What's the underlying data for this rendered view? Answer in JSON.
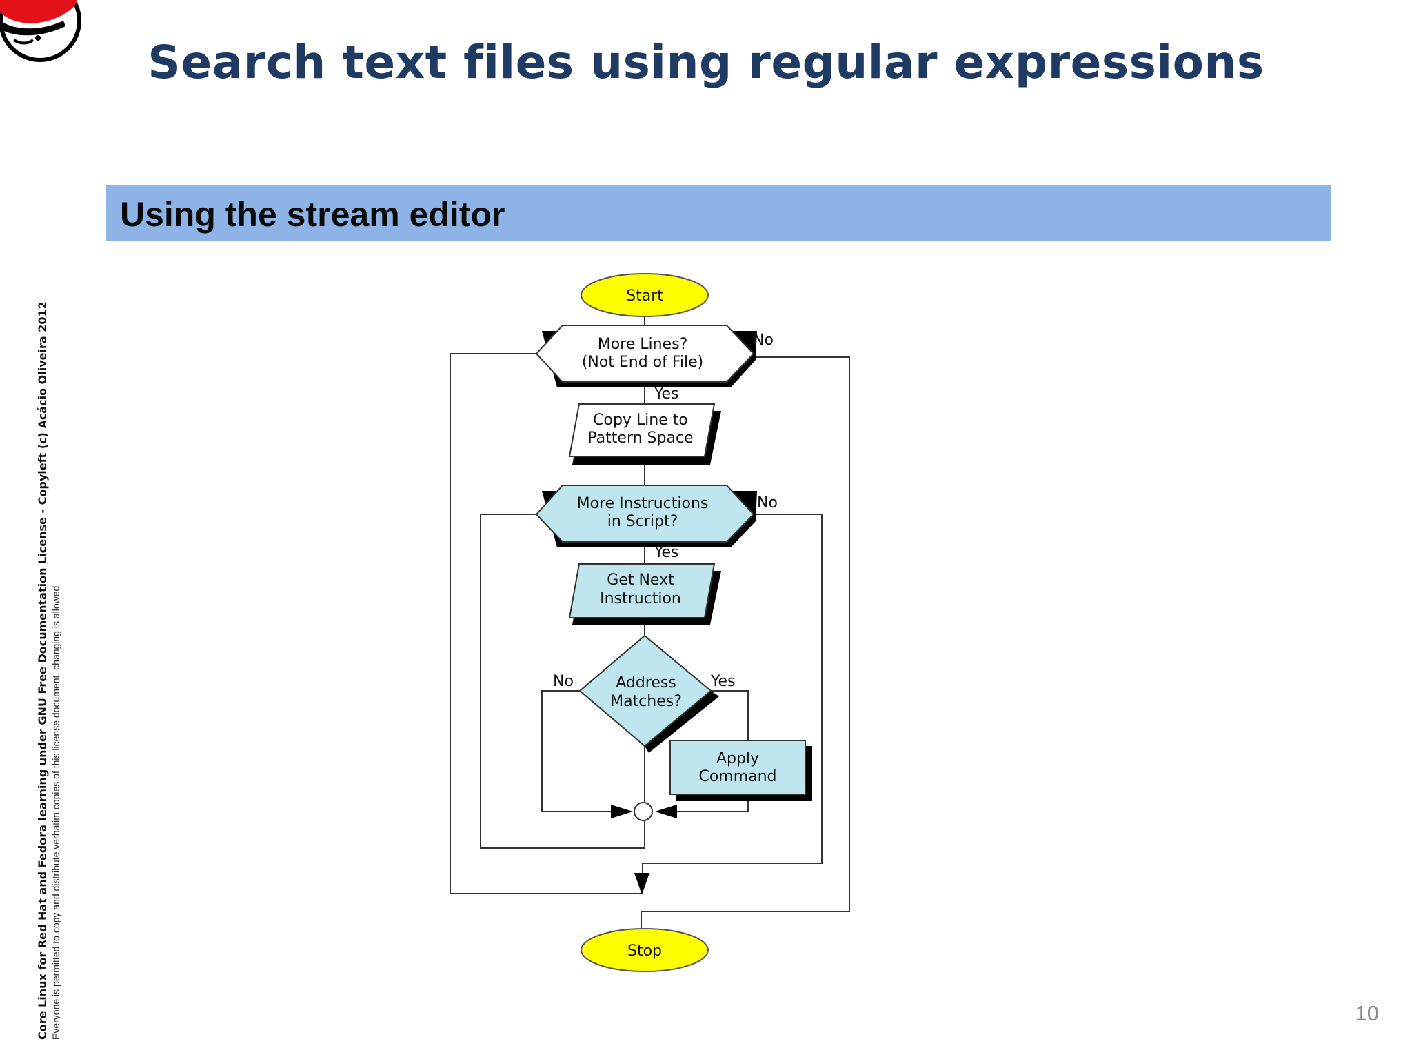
{
  "slide": {
    "title": "Search text files using regular expressions",
    "section_title": "Using the stream editor",
    "page_number": "10"
  },
  "side_notice": {
    "line1": "Core Linux for Red Hat and Fedora learning under GNU Free Documentation License  - Copyleft (c) Acácio Oliveira 2012",
    "line2": "Everyone is permitted to copy and distribute verbatim copies of this license document, changing is allowed"
  },
  "flowchart": {
    "start": "Start",
    "stop": "Stop",
    "more_lines": [
      "More Lines?",
      "(Not End of File)"
    ],
    "copy_line": [
      "Copy Line to",
      "Pattern Space"
    ],
    "more_instructions": [
      "More Instructions",
      "in Script?"
    ],
    "get_next": [
      "Get Next",
      "Instruction"
    ],
    "address_matches": [
      "Address",
      "Matches?"
    ],
    "apply_command": [
      "Apply",
      "Command"
    ],
    "labels": {
      "no_more_lines": "No",
      "yes_more_lines": "Yes",
      "no_more_instructions": "No",
      "yes_more_instructions": "Yes",
      "no_address": "No",
      "yes_address": "Yes"
    }
  },
  "colors": {
    "title": "#1f3b64",
    "section_bar": "#8eb3e6",
    "terminal_fill": "#ffff00",
    "process_fill": "#bfe6ee",
    "shadow": "#000000"
  },
  "icons": {
    "logo": "red-hat-shadowman-logo"
  }
}
